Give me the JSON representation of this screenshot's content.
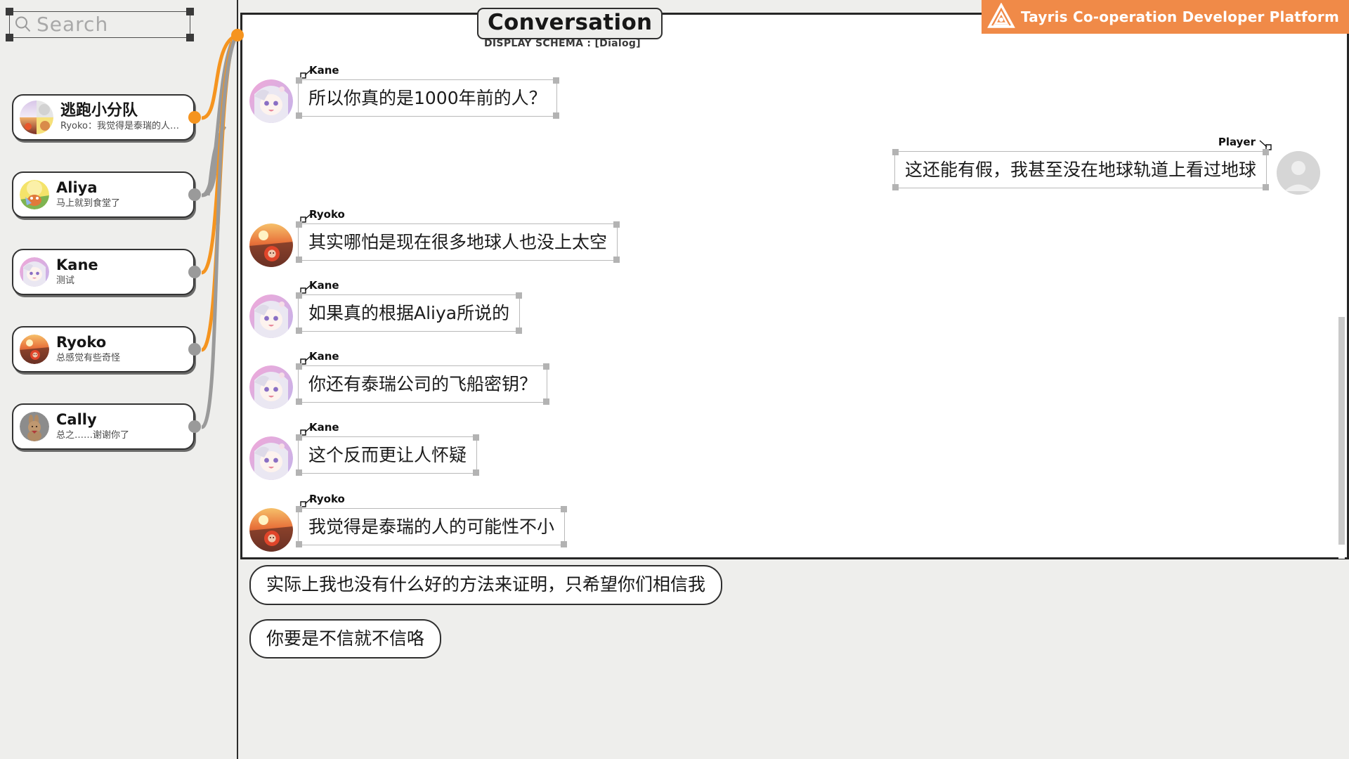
{
  "brand": {
    "name": "Tayris Co-operation Developer Platform",
    "logo_icon": "triangle-logo-icon",
    "color": "#f08a48"
  },
  "sidebar": {
    "search": {
      "placeholder": "Search",
      "value": "",
      "icon": "search-icon"
    },
    "items": [
      {
        "name": "逃跑小分队",
        "preview": "Ryoko：我觉得是泰瑞的人…",
        "avatar": "group-avatar",
        "selected": true,
        "port": "active"
      },
      {
        "name": "Aliya",
        "preview": "马上就到食堂了",
        "avatar": "aliya-avatar",
        "selected": false,
        "port": "inactive"
      },
      {
        "name": "Kane",
        "preview": "测试",
        "avatar": "kane-avatar",
        "selected": false,
        "port": "inactive"
      },
      {
        "name": "Ryoko",
        "preview": "总感觉有些奇怪",
        "avatar": "ryoko-avatar",
        "selected": false,
        "port": "inactive"
      },
      {
        "name": "Cally",
        "preview": "总之……谢谢你了",
        "avatar": "cally-avatar",
        "selected": false,
        "port": "inactive"
      }
    ]
  },
  "panel": {
    "title": "Conversation",
    "subtitle": "DISPLAY SCHEMA : [Dialog]"
  },
  "messages": [
    {
      "speaker": "Kane",
      "text": "所以你真的是1000年前的人？",
      "side": "left",
      "avatar": "kane-avatar"
    },
    {
      "speaker": "Player",
      "text": "这还能有假，我甚至没在地球轨道上看过地球",
      "side": "right",
      "avatar": "player-avatar"
    },
    {
      "speaker": "Ryoko",
      "text": "其实哪怕是现在很多地球人也没上太空",
      "side": "left",
      "avatar": "ryoko-avatar"
    },
    {
      "speaker": "Kane",
      "text": "如果真的根据Aliya所说的",
      "side": "left",
      "avatar": "kane-avatar"
    },
    {
      "speaker": "Kane",
      "text": "你还有泰瑞公司的飞船密钥？",
      "side": "left",
      "avatar": "kane-avatar"
    },
    {
      "speaker": "Kane",
      "text": "这个反而更让人怀疑",
      "side": "left",
      "avatar": "kane-avatar"
    },
    {
      "speaker": "Ryoko",
      "text": "我觉得是泰瑞的人的可能性不小",
      "side": "left",
      "avatar": "ryoko-avatar"
    }
  ],
  "choices": [
    {
      "text": "实际上我也没有什么好的方法来证明，只希望你们相信我"
    },
    {
      "text": "你要是不信就不信咯"
    }
  ]
}
